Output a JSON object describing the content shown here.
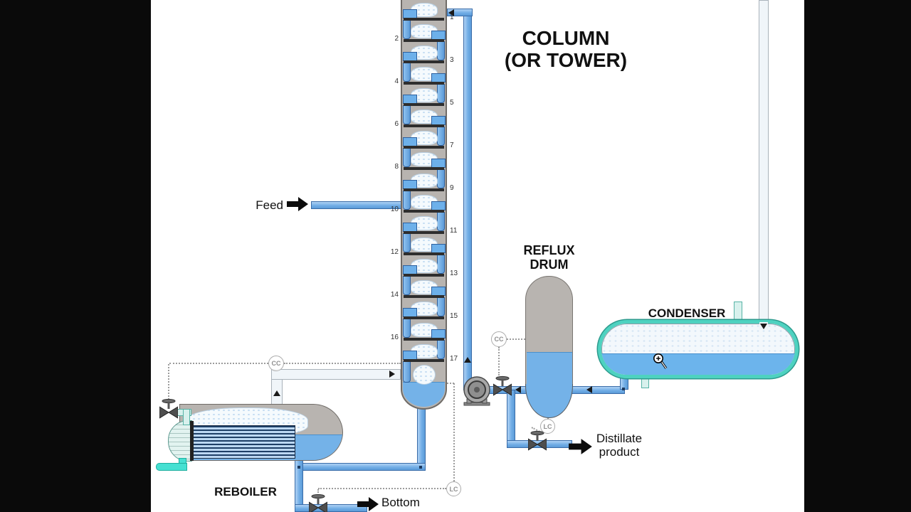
{
  "title": {
    "line1": "COLUMN",
    "line2": "(OR TOWER)"
  },
  "labels": {
    "feed": "Feed",
    "reflux_drum_line1": "REFLUX",
    "reflux_drum_line2": "DRUM",
    "condenser": "CONDENSER",
    "reboiler": "REBOILER",
    "distillate_line1": "Distillate",
    "distillate_line2": "product",
    "bottom": "Bottom"
  },
  "column": {
    "tray_count": 17,
    "trays": [
      1,
      2,
      3,
      4,
      5,
      6,
      7,
      8,
      9,
      10,
      11,
      12,
      13,
      14,
      15,
      16,
      17
    ],
    "feed_tray": 10
  },
  "controllers": {
    "reboiler_cc": "CC",
    "reflux_cc": "CC",
    "drum_lc": "LC",
    "bottoms_lc": "LC"
  },
  "colors": {
    "background": "#000000",
    "canvas": "#ffffff",
    "vessel_gray": "#b8b4b0",
    "liquid_blue": "#74b2e8",
    "pipe_liquid": "#72aee6",
    "pipe_vapor": "#f0f5f9",
    "steam_teal": "#d8f1ed",
    "condensate_turquoise": "#45e0d2",
    "condenser_shell_teal": "#4ed2c0",
    "tray_deck": "#2e2e2e",
    "instrument_gray": "#9c9c9c"
  },
  "icons": {
    "feed_arrow": "block-arrow-right",
    "distillate_arrow": "block-arrow-right",
    "bottom_arrow": "block-arrow-right",
    "pump": "centrifugal-pump",
    "steam_valve": "gate-valve",
    "reflux_valve": "gate-valve",
    "distillate_valve": "gate-valve",
    "bottoms_valve": "gate-valve",
    "cursor": "zoom-in-cursor"
  }
}
